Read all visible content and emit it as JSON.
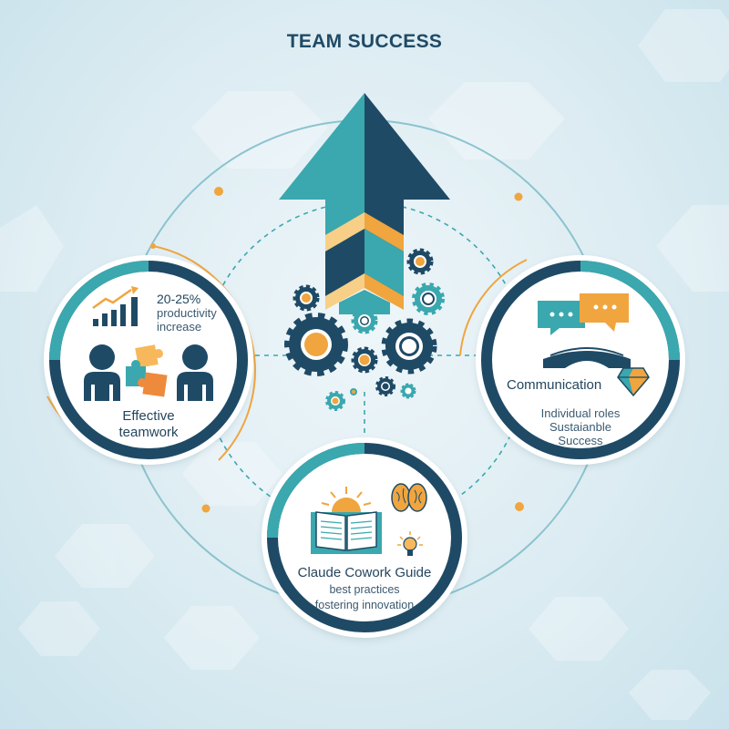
{
  "title": "TEAM SUCCESS",
  "colors": {
    "navy": "#1f4a66",
    "teal": "#3aa8ae",
    "orange": "#f0a53f",
    "light_orange": "#f7cf86",
    "background": "#dcecf2"
  },
  "center": {
    "icons": [
      "up-arrow-icon",
      "gears-icon"
    ]
  },
  "nodes": {
    "left": {
      "stat": "20-25%",
      "stat_label_1": "productivity",
      "stat_label_2": "increase",
      "label_1": "Effective",
      "label_2": "teamwork",
      "icons": [
        "bar-chart-trend-icon",
        "person-icon",
        "puzzle-icon",
        "person-icon"
      ]
    },
    "right": {
      "label": "Communication",
      "line_1": "Individual roles",
      "line_2": "Sustaianble",
      "line_3": "Success",
      "icons": [
        "chat-bubbles-icon",
        "bridge-icon",
        "diamond-icon"
      ]
    },
    "bottom": {
      "label": "Claude Cowork Guide",
      "line_1": "best practices",
      "line_2": "fostering innovation",
      "icons": [
        "open-book-icon",
        "sun-icon",
        "brain-icon",
        "lightbulb-icon"
      ]
    }
  }
}
